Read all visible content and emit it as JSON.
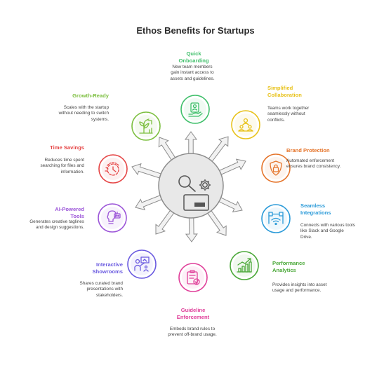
{
  "title": "Ethos Benefits for Startups",
  "colors": {
    "hub": "#e8e8e8",
    "hub_stroke": "#8c8c8c",
    "arrow": "#f2f2f2",
    "arrow_stroke": "#8c8c8c",
    "green": "#3fbf6a",
    "lime": "#7cbf3f",
    "yellow": "#e8c21a",
    "orange": "#e5742a",
    "red": "#e54545",
    "blue": "#2a9ad8",
    "purple": "#9b54d8",
    "indigo": "#6a5ae0",
    "pink": "#e0409a",
    "darkgreen": "#4aa838"
  },
  "benefits": [
    {
      "title": "Quick Onboarding",
      "description": "New team members gain instant access to assets and guidelines.",
      "icon": "id-badge-hand-icon",
      "color": "#3fbf6a"
    },
    {
      "title": "Simplified Collaboration",
      "description": "Teams work together seamlessly without conflicts.",
      "icon": "team-collaboration-icon",
      "color": "#e8c21a"
    },
    {
      "title": "Brand Protection",
      "description": "Automated enforcement ensures brand consistency.",
      "icon": "shield-lock-icon",
      "color": "#e5742a"
    },
    {
      "title": "Seamless Integrations",
      "description": "Connects with various tools like Slack and Google Drive.",
      "icon": "wifi-network-icon",
      "color": "#2a9ad8"
    },
    {
      "title": "Performance Analytics",
      "description": "Provides insights into asset usage and performance.",
      "icon": "bar-chart-trend-icon",
      "color": "#4aa838"
    },
    {
      "title": "Guideline Enforcement",
      "description": "Embeds brand rules to prevent off-brand usage.",
      "icon": "clipboard-check-icon",
      "color": "#e0409a"
    },
    {
      "title": "Interactive Showrooms",
      "description": "Shares curated brand presentations with stakeholders.",
      "icon": "presentation-board-icon",
      "color": "#6a5ae0"
    },
    {
      "title": "AI-Powered Tools",
      "description": "Generates creative taglines and design suggestions.",
      "icon": "lightbulb-robot-icon",
      "color": "#9b54d8"
    },
    {
      "title": "Time Savings",
      "description": "Reduces time spent searching for files and information.",
      "icon": "stopwatch-icon",
      "color": "#e54545"
    },
    {
      "title": "Growth-Ready",
      "description": "Scales with the startup without needing to switch systems.",
      "icon": "plant-growth-icon",
      "color": "#7cbf3f"
    }
  ],
  "hub_icons": [
    "magnifier-icon",
    "gear-icon",
    "card-icon"
  ]
}
